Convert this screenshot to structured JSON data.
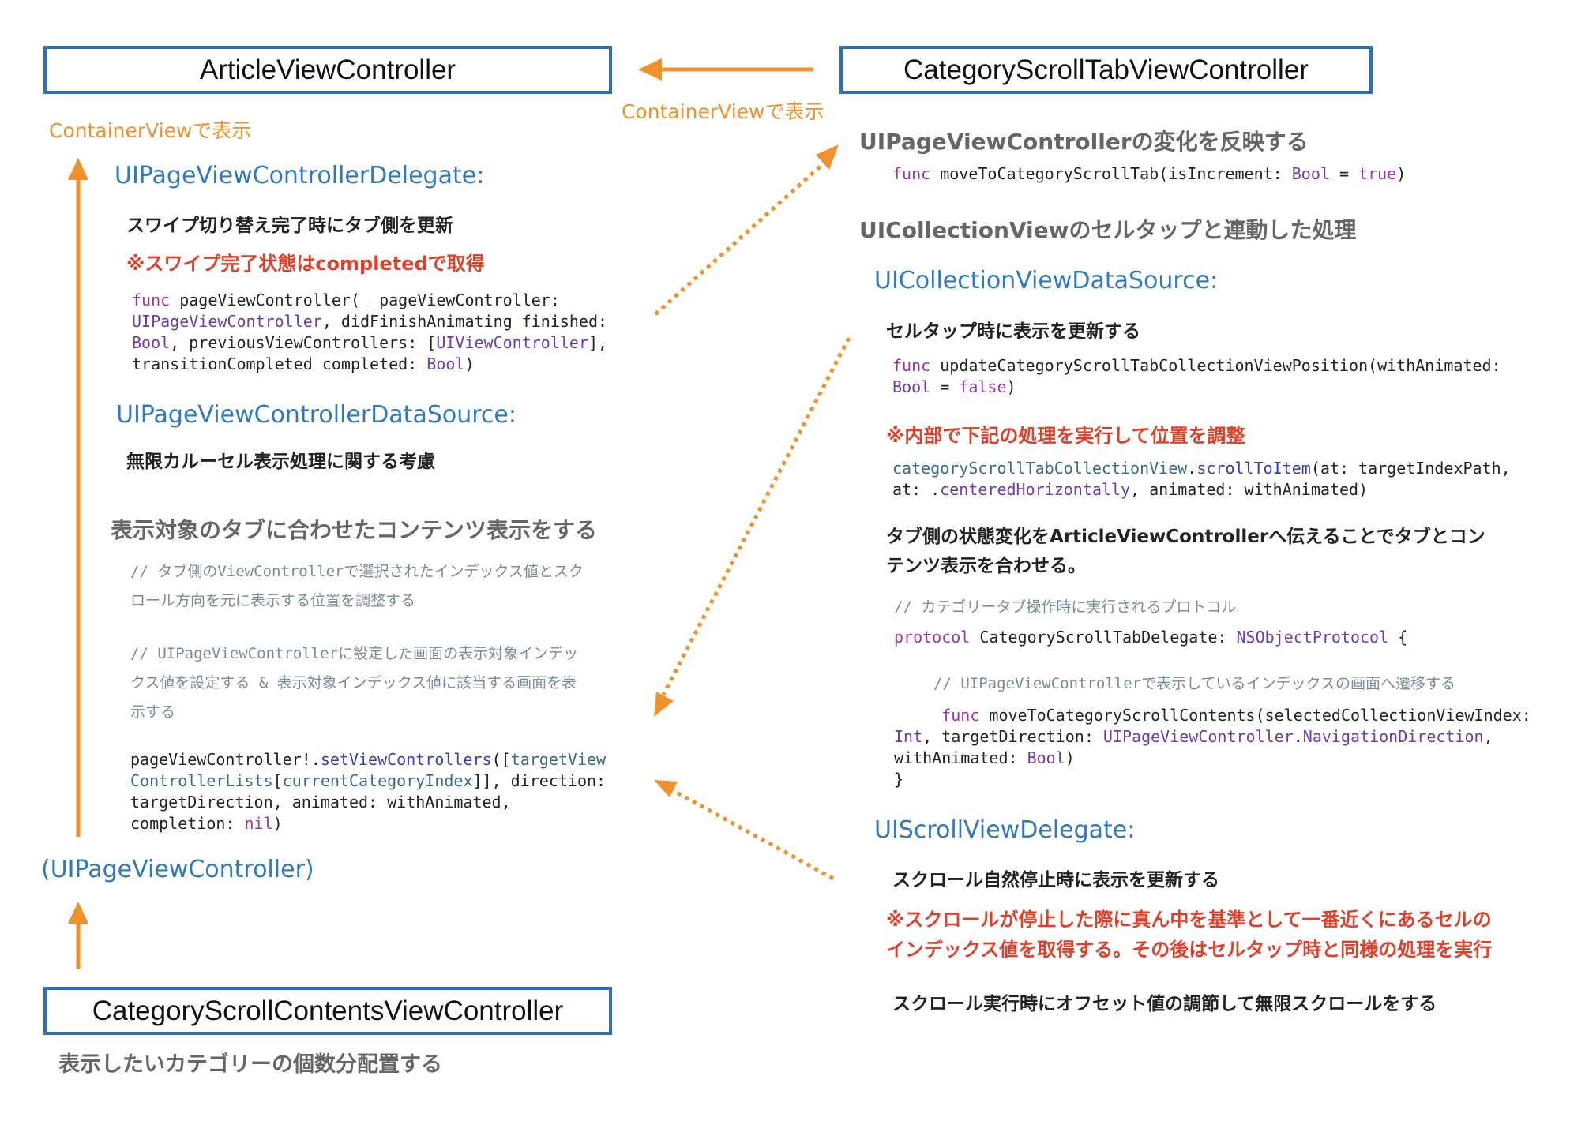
{
  "boxes": {
    "article": "ArticleViewController",
    "category_tab": "CategoryScrollTabViewController",
    "contents": "CategoryScrollContentsViewController"
  },
  "labels": {
    "container_view_left": "ContainerViewで表示",
    "container_view_mid": "ContainerViewで表示",
    "page_view_controller": "(UIPageViewController)",
    "contents_note": "表示したいカテゴリーの個数分配置する"
  },
  "left": {
    "delegate_heading": "UIPageViewControllerDelegate:",
    "delegate_desc": "スワイプ切り替え完了時にタブ側を更新",
    "delegate_note": "※スワイプ完了状態はcompletedで取得",
    "delegate_code": {
      "l1_kw": "func",
      "l1_rest": " pageViewController(_ pageViewController:",
      "l2_type": "UIPageViewController",
      "l2_rest": ", didFinishAnimating finished:",
      "l3_type": "Bool",
      "l3_mid": ", previousViewControllers: [",
      "l3_type2": "UIViewController",
      "l3_end": "],",
      "l4_rest": "transitionCompleted completed: ",
      "l4_type": "Bool",
      "l4_end": ")"
    },
    "datasource_heading": "UIPageViewControllerDataSource:",
    "datasource_desc": "無限カルーセル表示処理に関する考慮",
    "section_heading": "表示対象のタブに合わせたコンテンツ表示をする",
    "comment1_l1": "// タブ側のViewControllerで選択されたインデックス値とスク",
    "comment1_l2": "ロール方向を元に表示する位置を調整する",
    "comment2_l1": "// UIPageViewControllerに設定した画面の表示対象インデッ",
    "comment2_l2": "クス値を設定する & 表示対象インデックス値に該当する画面を表",
    "comment2_l3": "示する",
    "set_code": {
      "l1_a": "pageViewController!.",
      "l1_b": "setViewControllers",
      "l1_c": "([",
      "l1_d": "targetView",
      "l2_a": "ControllerLists",
      "l2_b": "[",
      "l2_c": "currentCategoryIndex",
      "l2_d": "]], direction:",
      "l3": "targetDirection, animated: withAnimated,",
      "l4_a": "completion: ",
      "l4_b": "nil",
      "l4_c": ")"
    }
  },
  "right": {
    "reflect_heading": "UIPageViewControllerの変化を反映する",
    "reflect_code": {
      "kw": "func",
      "name": " moveToCategoryScrollTab(isIncrement: ",
      "type": "Bool",
      "eq": " = ",
      "val": "true",
      "end": ")"
    },
    "collection_heading": "UICollectionViewのセルタップと連動した処理",
    "datasource_heading": "UICollectionViewDataSource:",
    "datasource_desc": "セルタップ時に表示を更新する",
    "update_code": {
      "kw": "func",
      "l1_rest": " updateCategoryScrollTabCollectionViewPosition(withAnimated:",
      "l2_type": "Bool",
      "l2_eq": " = ",
      "l2_val": "false",
      "l2_end": ")"
    },
    "internal_note": "※内部で下記の処理を実行して位置を調整",
    "scroll_code": {
      "l1_a": "categoryScrollTabCollectionView",
      "l1_b": ".",
      "l1_c": "scrollToItem",
      "l1_d": "(at: targetIndexPath,",
      "l2_a": "at: .",
      "l2_b": "centeredHorizontally",
      "l2_c": ", animated: withAnimated)"
    },
    "sync_desc_l1": "タブ側の状態変化をArticleViewControllerへ伝えることでタブとコン",
    "sync_desc_l2": "テンツ表示を合わせる。",
    "protocol_comment": "// カテゴリータブ操作時に実行されるプロトコル",
    "protocol_code": {
      "kw": "protocol",
      "name": " CategoryScrollTabDelegate: ",
      "type": "NSObjectProtocol",
      "end": " {"
    },
    "move_comment": "// UIPageViewControllerで表示しているインデックスの画面へ遷移する",
    "move_code": {
      "kw": "func",
      "l1_rest": " moveToCategoryScrollContents(selectedCollectionViewIndex:",
      "l2_type": "Int",
      "l2_mid": ", targetDirection: ",
      "l2_type2": "UIPageViewController",
      "l2_dot": ".",
      "l2_type3": "NavigationDirection",
      "l2_end": ",",
      "l3_rest": "withAnimated: ",
      "l3_type": "Bool",
      "l3_end": ")",
      "l4": "}"
    },
    "scroll_heading": "UIScrollViewDelegate:",
    "scroll_desc": "スクロール自然停止時に表示を更新する",
    "scroll_note_l1": "※スクロールが停止した際に真ん中を基準として一番近くにあるセルの",
    "scroll_note_l2": "インデックス値を取得する。その後はセルタップ時と同様の処理を実行",
    "infinite_desc": "スクロール実行時にオフセット値の調節して無限スクロールをする"
  },
  "colors": {
    "box_border": "#2f6fb2",
    "arrow": "#f0922b",
    "heading_blue": "#2f79bf",
    "note_red": "#e0402a"
  }
}
